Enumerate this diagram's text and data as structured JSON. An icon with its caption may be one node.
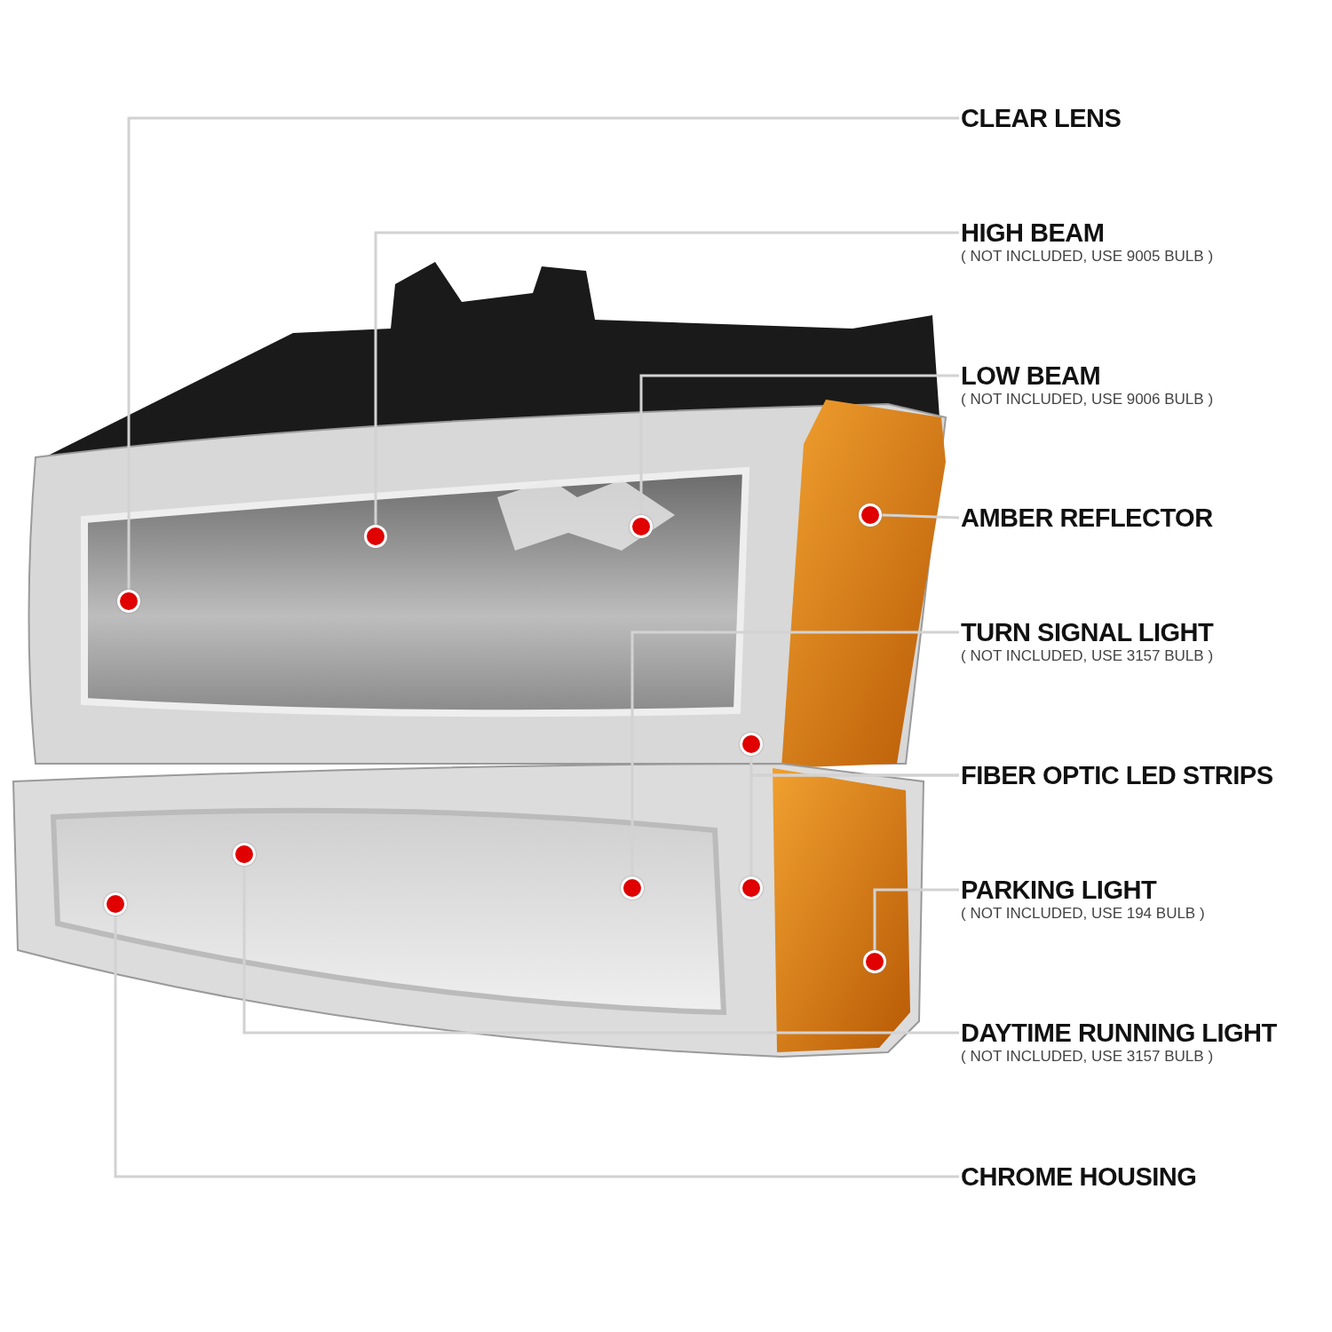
{
  "diagram": {
    "nodes": [
      {
        "text": [
          "CLEAR LENS"
        ]
      },
      {
        "text": [
          "HIGH BEAM",
          "( NOT INCLUDED, USE 9005 BULB )"
        ]
      },
      {
        "text": [
          "LOW BEAM",
          "( NOT INCLUDED, USE 9006 BULB )"
        ]
      },
      {
        "text": [
          "AMBER REFLECTOR"
        ]
      },
      {
        "text": [
          "TURN SIGNAL LIGHT",
          "( NOT INCLUDED, USE 3157 BULB )"
        ]
      },
      {
        "text": [
          "FIBER OPTIC LED STRIPS"
        ]
      },
      {
        "text": [
          "PARKING LIGHT",
          "( NOT INCLUDED, USE 194 BULB )"
        ]
      },
      {
        "text": [
          "DAYTIME RUNNING LIGHT",
          "( NOT INCLUDED, USE 3157 BULB )"
        ]
      },
      {
        "text": [
          "CHROME HOUSING"
        ]
      },
      {
        "text": [],
        "shape": "circle"
      },
      {
        "text": [],
        "shape": "circle"
      },
      {
        "text": [],
        "shape": "circle"
      },
      {
        "text": [],
        "shape": "circle"
      },
      {
        "text": [],
        "shape": "circle"
      },
      {
        "text": [],
        "shape": "circle"
      },
      {
        "text": [],
        "shape": "circle"
      },
      {
        "text": [],
        "shape": "circle"
      },
      {
        "text": [],
        "shape": "circle"
      },
      {
        "text": [],
        "shape": "circle"
      }
    ],
    "edges": [
      {
        "from": 0,
        "to": 10,
        "arrow": "none"
      },
      {
        "from": 1,
        "to": 12,
        "arrow": "none"
      },
      {
        "from": 2,
        "to": 14,
        "arrow": "none"
      },
      {
        "from": 3,
        "to": 17,
        "arrow": "none"
      },
      {
        "from": 4,
        "to": 13,
        "arrow": "none"
      },
      {
        "from": 5,
        "to": 15,
        "arrow": "none"
      },
      {
        "from": 5,
        "to": 16,
        "arrow": "none"
      },
      {
        "from": 6,
        "to": 18,
        "arrow": "none"
      },
      {
        "from": 7,
        "to": 11,
        "arrow": "none"
      },
      {
        "from": 8,
        "to": 9,
        "arrow": "none"
      }
    ]
  }
}
